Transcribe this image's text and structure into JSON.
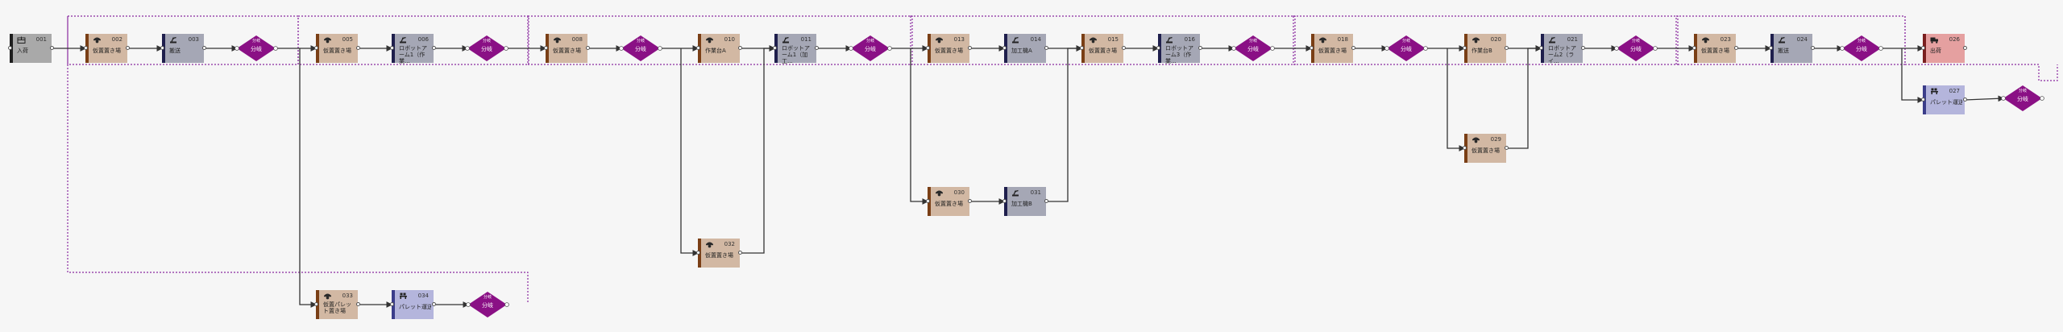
{
  "colors": {
    "start": "#a9a9a9",
    "manual": "#d2b8a3",
    "robot": "#a5a7b5",
    "pallet": "#b4b5dc",
    "end": "#e5a0a0",
    "branch": "#8a1085",
    "group_border": "#8a2aa0"
  },
  "nodes": [
    {
      "id": "001",
      "label": "入荷",
      "type": "start",
      "icon": "box-icon"
    },
    {
      "id": "002",
      "label": "仮置置き場",
      "type": "manual",
      "icon": "worker-icon"
    },
    {
      "id": "003",
      "label": "搬送",
      "type": "robot",
      "icon": "robot-icon"
    },
    {
      "id": "005",
      "label": "仮置置き場",
      "type": "manual",
      "icon": "worker-icon"
    },
    {
      "id": "006",
      "label": "ロボットアーム1（作業...",
      "type": "robot",
      "icon": "robot-icon"
    },
    {
      "id": "008",
      "label": "仮置置き場",
      "type": "manual",
      "icon": "worker-icon"
    },
    {
      "id": "010",
      "label": "作業台A",
      "type": "manual",
      "icon": "worker-icon"
    },
    {
      "id": "011",
      "label": "ロボットアーム1（加工...",
      "type": "robot",
      "icon": "robot-icon"
    },
    {
      "id": "013",
      "label": "仮置置き場",
      "type": "manual",
      "icon": "worker-icon"
    },
    {
      "id": "014",
      "label": "加工機A",
      "type": "robot",
      "icon": "robot-icon"
    },
    {
      "id": "015",
      "label": "仮置置き場",
      "type": "manual",
      "icon": "worker-icon"
    },
    {
      "id": "016",
      "label": "ロボットアーム3（作業...",
      "type": "robot",
      "icon": "robot-icon"
    },
    {
      "id": "018",
      "label": "仮置置き場",
      "type": "manual",
      "icon": "worker-icon"
    },
    {
      "id": "020",
      "label": "作業台B",
      "type": "manual",
      "icon": "worker-icon"
    },
    {
      "id": "021",
      "label": "ロボットアーム2（ライ...",
      "type": "robot",
      "icon": "robot-icon"
    },
    {
      "id": "023",
      "label": "仮置置き場",
      "type": "manual",
      "icon": "worker-icon"
    },
    {
      "id": "024",
      "label": "搬送",
      "type": "robot",
      "icon": "robot-icon"
    },
    {
      "id": "026",
      "label": "出荷",
      "type": "end",
      "icon": "truck-icon"
    },
    {
      "id": "027",
      "label": "パレット運送",
      "type": "pallet",
      "icon": "pallet-icon"
    },
    {
      "id": "029",
      "label": "仮置置き場",
      "type": "manual",
      "icon": "worker-icon"
    },
    {
      "id": "030",
      "label": "仮置置き場",
      "type": "manual",
      "icon": "worker-icon"
    },
    {
      "id": "031",
      "label": "加工機B",
      "type": "robot",
      "icon": "robot-icon"
    },
    {
      "id": "032",
      "label": "仮置置き場",
      "type": "manual",
      "icon": "worker-icon"
    },
    {
      "id": "033",
      "label": "仮置パレット置き場",
      "type": "manual",
      "icon": "worker-icon"
    },
    {
      "id": "034",
      "label": "パレット運送",
      "type": "pallet",
      "icon": "pallet-icon"
    }
  ],
  "branches": [
    {
      "id": "b004",
      "label": "分岐",
      "tag": "分岐"
    },
    {
      "id": "b007",
      "label": "分岐",
      "tag": "分岐"
    },
    {
      "id": "b009",
      "label": "分岐",
      "tag": "分岐"
    },
    {
      "id": "b012",
      "label": "分岐",
      "tag": "分岐"
    },
    {
      "id": "b017",
      "label": "分岐",
      "tag": "分岐"
    },
    {
      "id": "b019",
      "label": "分岐",
      "tag": "分岐"
    },
    {
      "id": "b022",
      "label": "分岐",
      "tag": "分岐"
    },
    {
      "id": "b025",
      "label": "分岐",
      "tag": "分岐"
    },
    {
      "id": "b028",
      "label": "分岐",
      "tag": "分岐"
    },
    {
      "id": "b035",
      "label": "分岐",
      "tag": "分岐"
    }
  ]
}
